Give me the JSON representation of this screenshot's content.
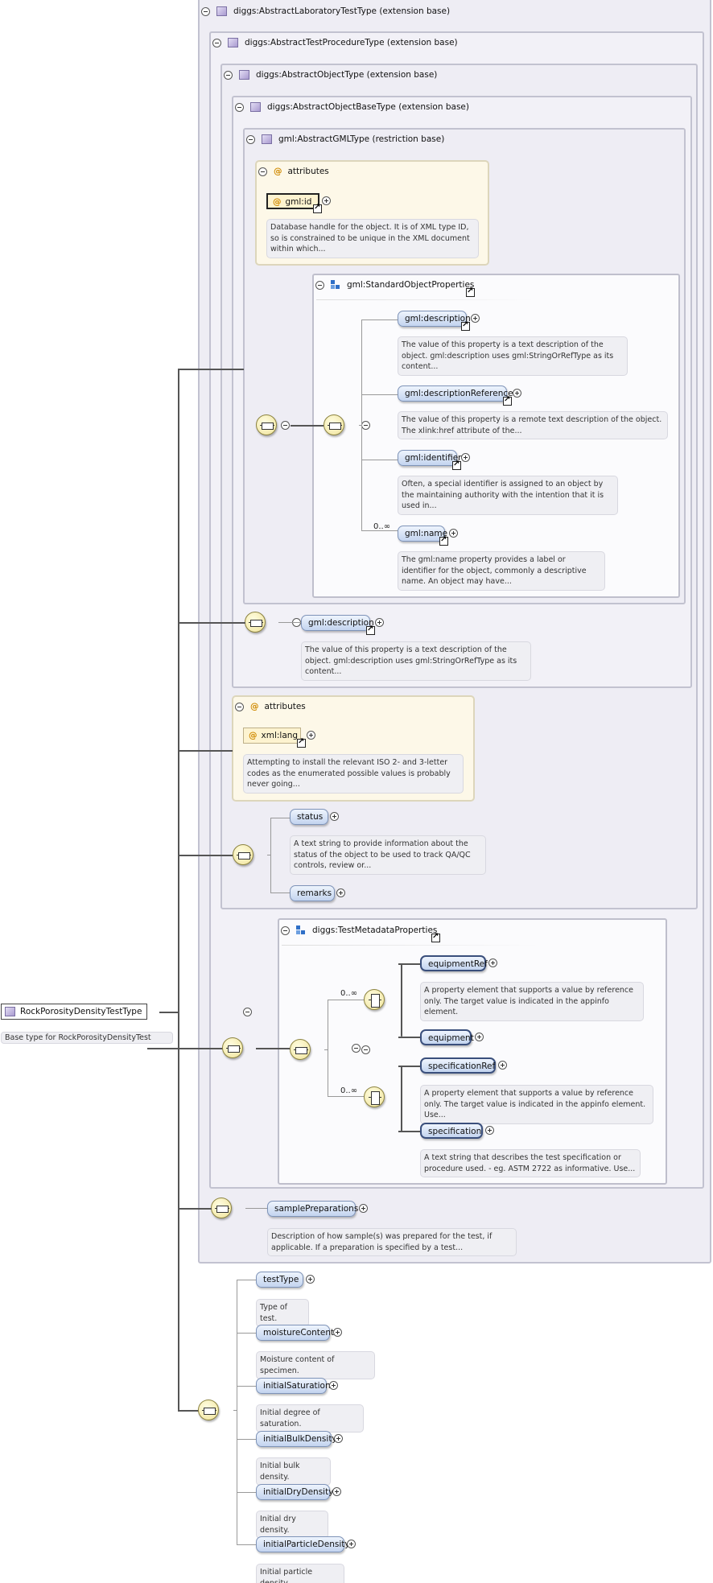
{
  "root": {
    "name": "RockPorosityDensityTestType",
    "description": "Base type for RockPorosityDensityTest",
    "icon": "complex-type-icon"
  },
  "frames": {
    "f1": "diggs:AbstractLaboratoryTestType (extension base)",
    "f2": "diggs:AbstractTestProcedureType (extension base)",
    "f3": "diggs:AbstractObjectType (extension base)",
    "f4": "diggs:AbstractObjectBaseType (extension base)",
    "f5": "gml:AbstractGMLType (restriction base)"
  },
  "attributes1": {
    "title": "attributes",
    "field": "gml:id",
    "desc": "Database handle for the object. It is of XML type ID, so is constrained to be unique in the XML document within which..."
  },
  "std_group": {
    "title": "gml:StandardObjectProperties",
    "items": [
      {
        "label": "gml:description",
        "desc": "The value of this property is a text description of the object. gml:description uses gml:StringOrRefType as its content..."
      },
      {
        "label": "gml:descriptionReference",
        "desc": "The value of this property is a remote text description of the object. The xlink:href attribute of the..."
      },
      {
        "label": "gml:identifier",
        "desc": "Often, a special identifier is assigned to an object by the maintaining authority with the intention that it is used in..."
      },
      {
        "label": "gml:name",
        "mult": "0..∞",
        "desc": "The gml:name property provides a label or identifier for the object, commonly a descriptive name. An object may have..."
      }
    ]
  },
  "gml_description": {
    "label": "gml:description",
    "desc": "The value of this property is a text description of the object. gml:description uses gml:StringOrRefType as its content..."
  },
  "attributes2": {
    "title": "attributes",
    "field": "xml:lang",
    "desc": "Attempting to install the relevant ISO 2- and 3-letter codes as the enumerated possible values is probably never going..."
  },
  "status": {
    "label": "status",
    "desc": "A text string to provide information about the status of the object to be used to track QA/QC controls, review or..."
  },
  "remarks": {
    "label": "remarks"
  },
  "test_meta": {
    "title": "diggs:TestMetadataProperties",
    "mult1": "0..∞",
    "mult2": "0..∞",
    "equipmentRef": {
      "label": "equipmentRef",
      "desc": "A property element that supports a value by reference only. The target value is indicated in the appinfo element."
    },
    "equipment": {
      "label": "equipment"
    },
    "specificationRef": {
      "label": "specificationRef",
      "desc": "A property element that supports a value by reference only. The target value is indicated in the appinfo element. Use..."
    },
    "specification": {
      "label": "specification",
      "desc": "A text string that describes the test specification or procedure used. - eg. ASTM 2722 as informative. Use..."
    }
  },
  "samplePreparations": {
    "label": "samplePreparations",
    "desc": "Description of how sample(s) was prepared for the test, if applicable. If a preparation is specified by a test..."
  },
  "ext_items": [
    {
      "label": "testType",
      "desc": "Type of test."
    },
    {
      "label": "moistureContent",
      "desc": "Moisture content of specimen."
    },
    {
      "label": "initialSaturation",
      "desc": "Initial degree of saturation."
    },
    {
      "label": "initialBulkDensity",
      "desc": "Initial bulk density."
    },
    {
      "label": "initialDryDensity",
      "desc": "Initial dry density."
    },
    {
      "label": "initialParticleDensity",
      "desc": "Initial particle density."
    }
  ]
}
